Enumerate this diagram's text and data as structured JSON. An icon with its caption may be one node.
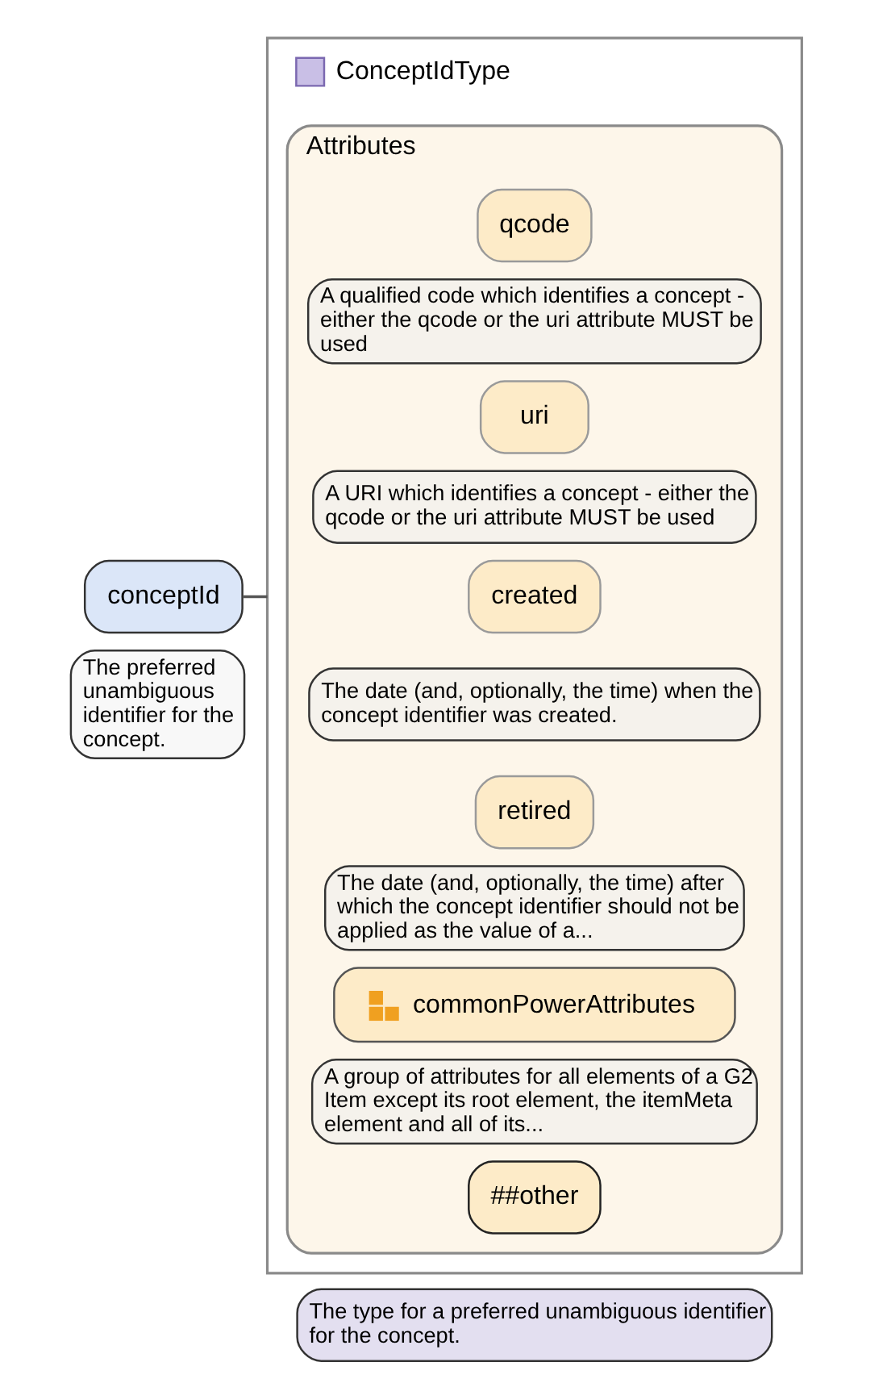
{
  "diagram": {
    "nodes": [
      {
        "text": [
          "conceptId"
        ],
        "beside": [
          "The preferred unambiguous identifier for the concept."
        ]
      },
      {
        "text": [
          "ConceptIdType"
        ],
        "beside": [
          "The type for a preferred unambiguous identifier for the concept."
        ]
      },
      {
        "text": [
          "Attributes"
        ],
        "in": 1
      },
      {
        "text": [
          "qcode"
        ],
        "in": 2,
        "beside": [
          "A qualified code which identifies a concept - either the qcode or the uri attribute MUST be used"
        ]
      },
      {
        "text": [
          "uri"
        ],
        "in": 2,
        "beside": [
          "A URI which identifies a concept - either the qcode or the uri attribute MUST be used"
        ]
      },
      {
        "text": [
          "created"
        ],
        "in": 2,
        "beside": [
          "The date (and, optionally, the time) when the concept identifier was created."
        ]
      },
      {
        "text": [
          "retired"
        ],
        "in": 2,
        "beside": [
          "The date (and, optionally, the time) after which the concept identifier should not be applied as the value of a..."
        ]
      },
      {
        "text": [
          "commonPowerAttributes"
        ],
        "in": 2,
        "beside": [
          "A group of attributes for all elements of a G2 Item except its root element, the itemMeta element and all of its..."
        ]
      },
      {
        "text": [
          "##other"
        ],
        "in": 2
      }
    ],
    "edges": [
      {
        "from": 0,
        "to": 1,
        "arrow": "none"
      }
    ]
  }
}
